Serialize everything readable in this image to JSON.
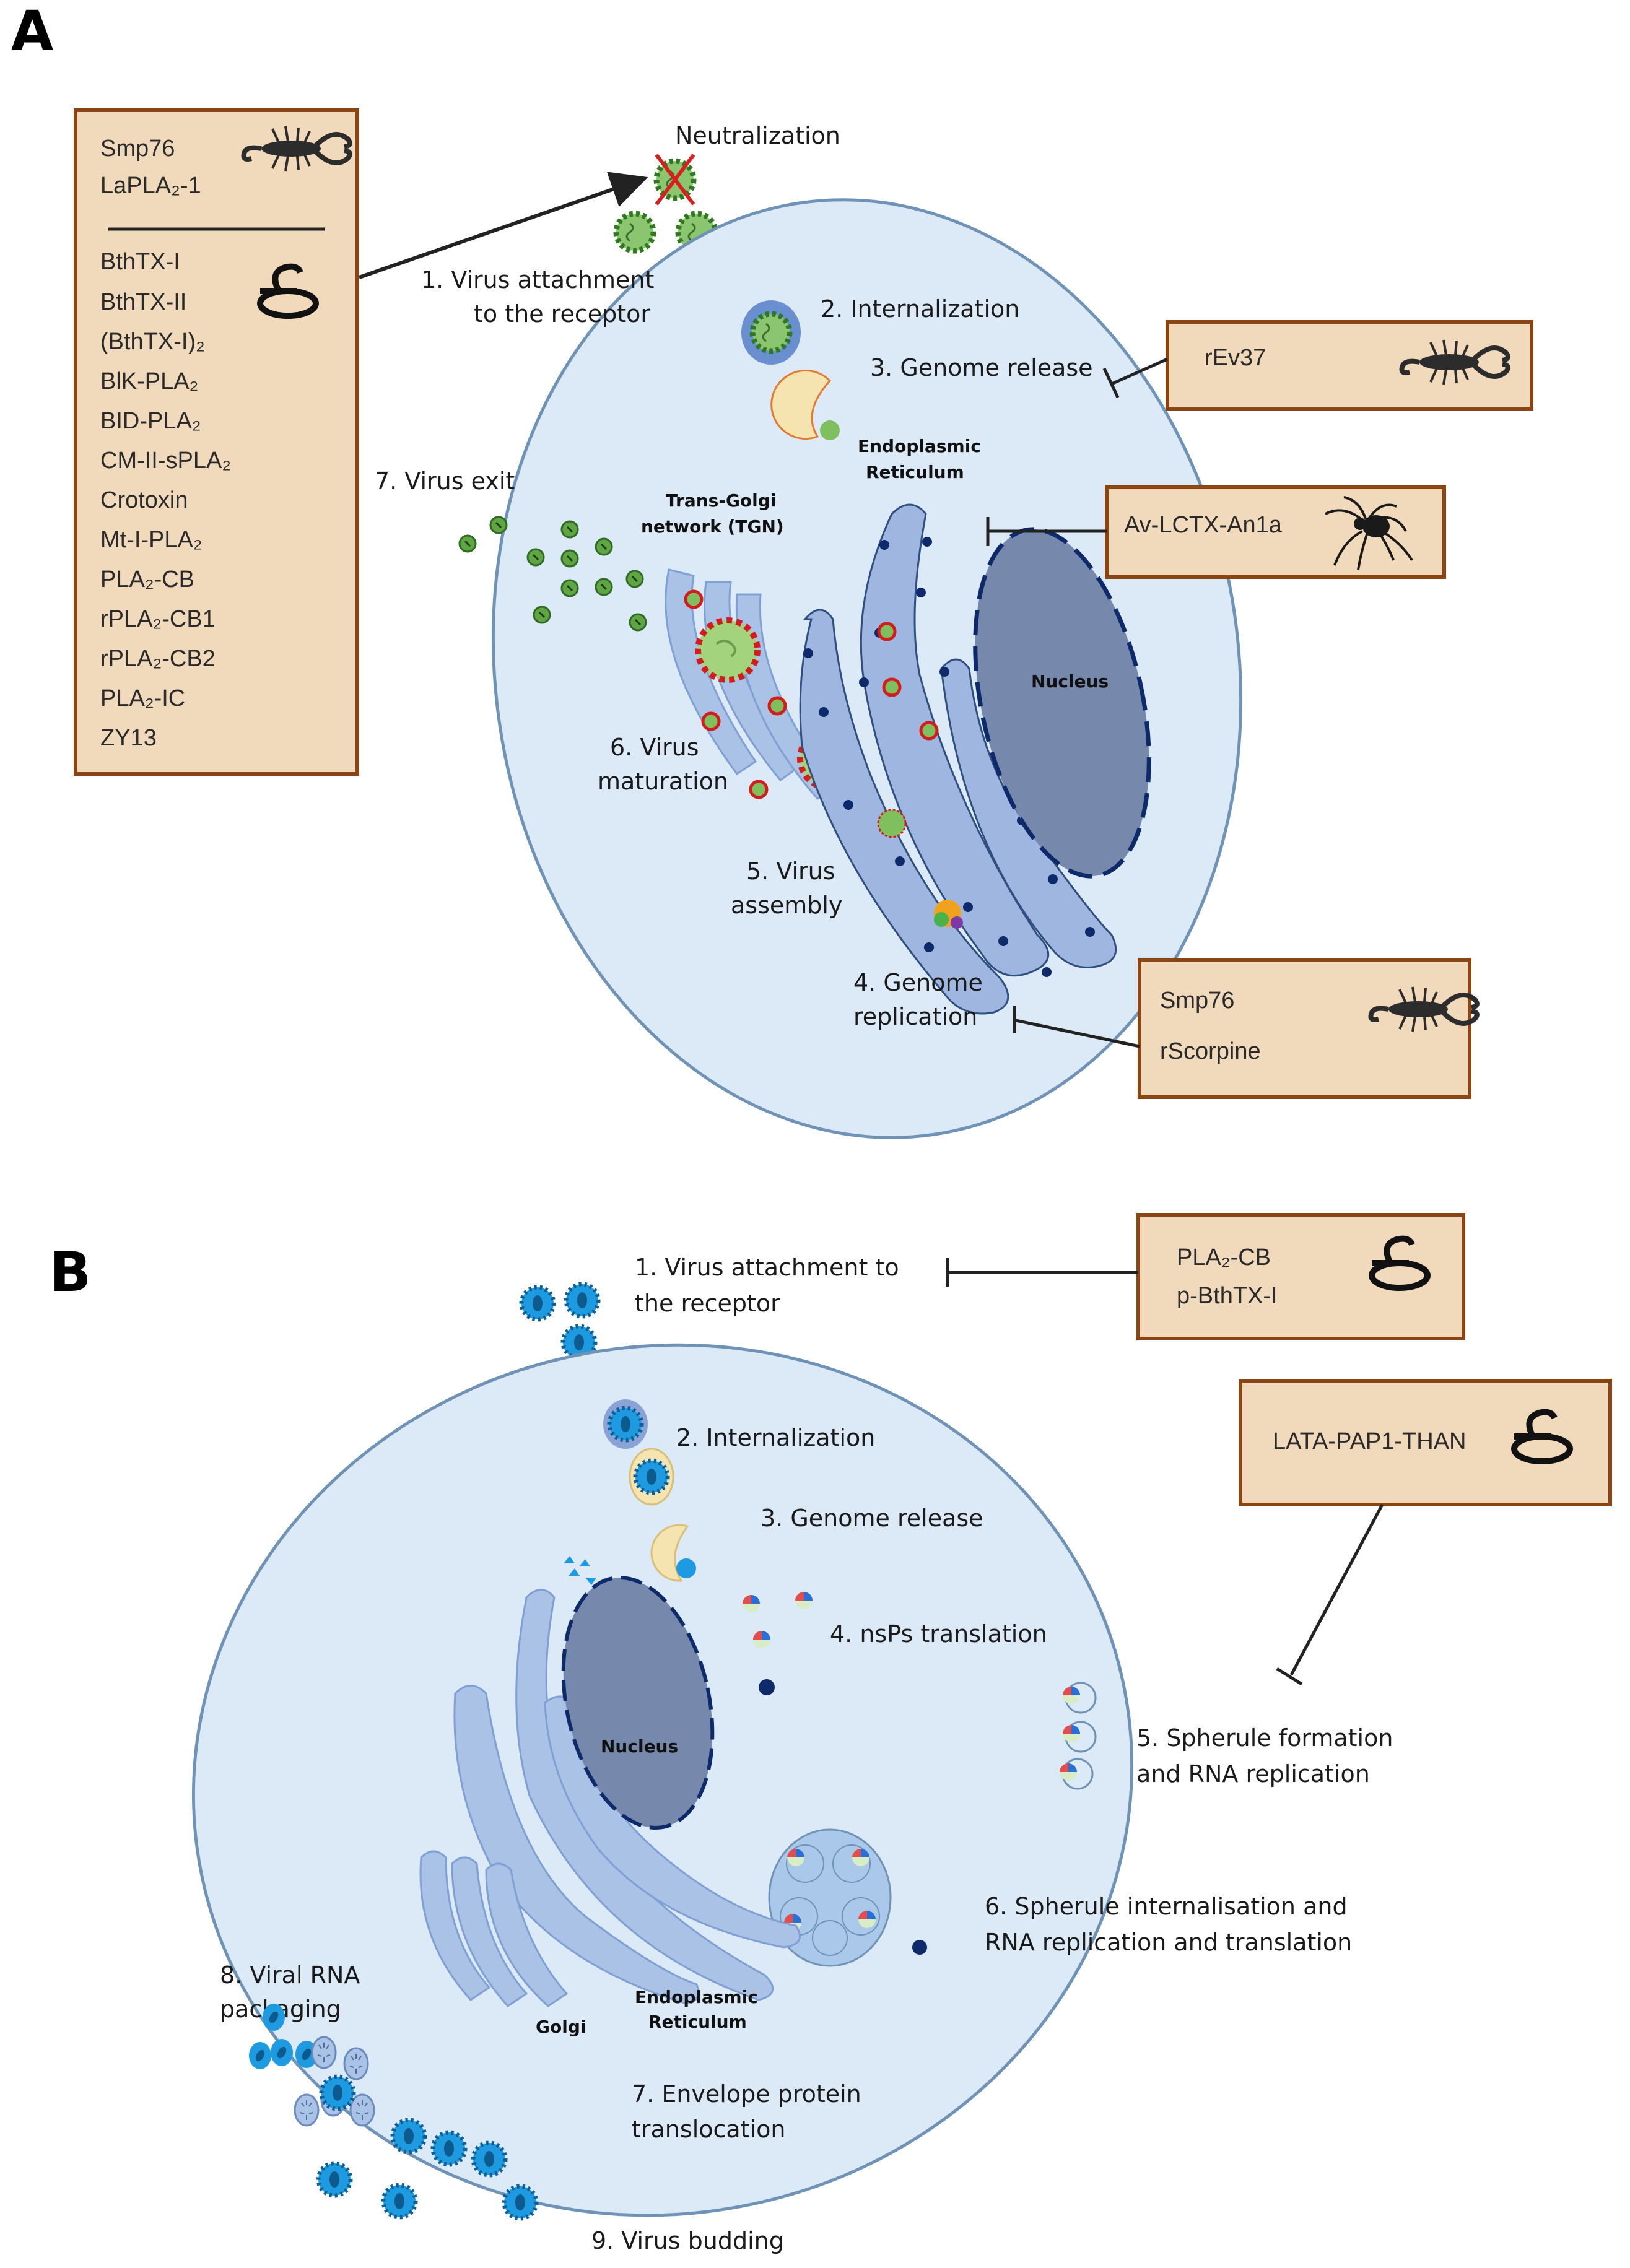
{
  "colors": {
    "box_fill": "#f0dabb",
    "box_border": "#8b4513",
    "cell_fill": "#dce9f6",
    "cell_border": "#6f93b6",
    "organelle_fill": "#9fb7e0",
    "nucleus_fill": "#7688ab",
    "nucleus_border": "#0d2a6b",
    "flavivirus_green": "#4e9a34",
    "alphavirus_blue": "#1e9be0",
    "inhibit_line": "#222222",
    "neutralize_cross": "#d62020"
  },
  "panel_a": {
    "letter": "A",
    "left_box": {
      "scorpion_items": [
        "Smp76",
        "LaPLA₂-1"
      ],
      "snake_items": [
        "BthTX-I",
        "BthTX-II",
        "(BthTX-I)₂",
        "BlK-PLA₂",
        "BID-PLA₂",
        "CM-II-sPLA₂",
        "Crotoxin",
        "Mt-I-PLA₂",
        "PLA₂-CB",
        "rPLA₂-CB1",
        "rPLA₂-CB2",
        "PLA₂-IC",
        "ZY13"
      ],
      "scorpion_icon": "scorpion-icon",
      "snake_icon": "snake-icon"
    },
    "neutralization_label": "Neutralization",
    "steps": {
      "s1_line1": "1. Virus attachment",
      "s1_line2": "to the receptor",
      "s2": "2. Internalization",
      "s3": "3. Genome release",
      "s4_line1": "4. Genome",
      "s4_line2": "replication",
      "s5_line1": "5. Virus",
      "s5_line2": "assembly",
      "s6_line1": "6. Virus",
      "s6_line2": "maturation",
      "s7": "7. Virus exit"
    },
    "organelles": {
      "er_line1": "Endoplasmic",
      "er_line2": "Reticulum",
      "tgn_line1": "Trans-Golgi",
      "tgn_line2": "network (TGN)",
      "nucleus": "Nucleus"
    },
    "boxes": {
      "rev37": {
        "items": [
          "rEv37"
        ],
        "icon": "scorpion-icon"
      },
      "av_lctx": {
        "items": [
          "Av-LCTX-An1a"
        ],
        "icon": "spider-icon"
      },
      "smp76_rscorpine": {
        "items": [
          "Smp76",
          "rScorpine"
        ],
        "icon": "scorpion-icon"
      }
    }
  },
  "panel_b": {
    "letter": "B",
    "steps": {
      "s1_line1": "1. Virus attachment to",
      "s1_line2": "the receptor",
      "s2": "2. Internalization",
      "s3": "3. Genome release",
      "s4": "4. nsPs translation",
      "s5_line1": "5. Spherule formation",
      "s5_line2": "and RNA replication",
      "s6_line1": "6. Spherule internalisation and",
      "s6_line2": "RNA replication and translation",
      "s7_line1": "7. Envelope protein",
      "s7_line2": "translocation",
      "s8_line1": "8. Viral RNA",
      "s8_line2": "packaging",
      "s9": "9. Virus budding"
    },
    "organelles": {
      "nucleus": "Nucleus",
      "golgi": "Golgi",
      "er_line1": "Endoplasmic",
      "er_line2": "Reticulum"
    },
    "boxes": {
      "pla2_cb": {
        "items": [
          "PLA₂-CB",
          "p-BthTX-I"
        ],
        "icon": "snake-icon"
      },
      "lata": {
        "items": [
          "LATA-PAP1-THAN"
        ],
        "icon": "snake-icon"
      }
    }
  }
}
